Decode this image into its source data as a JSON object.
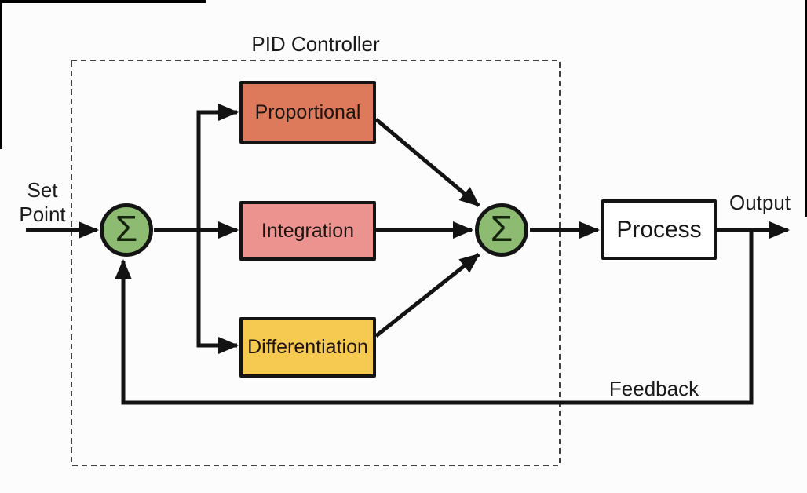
{
  "title": "PID Controller",
  "labels": {
    "set_point": "Set Point",
    "output": "Output",
    "feedback": "Feedback"
  },
  "summation": {
    "symbol": "Σ",
    "fill": "#8dbb72"
  },
  "blocks": {
    "proportional": {
      "label": "Proportional",
      "fill": "#dd7a5b"
    },
    "integration": {
      "label": "Integration",
      "fill": "#ec9390"
    },
    "differentiation": {
      "label": "Differentiation",
      "fill": "#f6ca50"
    },
    "process": {
      "label": "Process",
      "fill": "#ffffff"
    }
  },
  "colors": {
    "wire": "#131313",
    "border": "#141414",
    "background": "#fcfcfc",
    "boundary_dash": "#2b2b2b"
  }
}
